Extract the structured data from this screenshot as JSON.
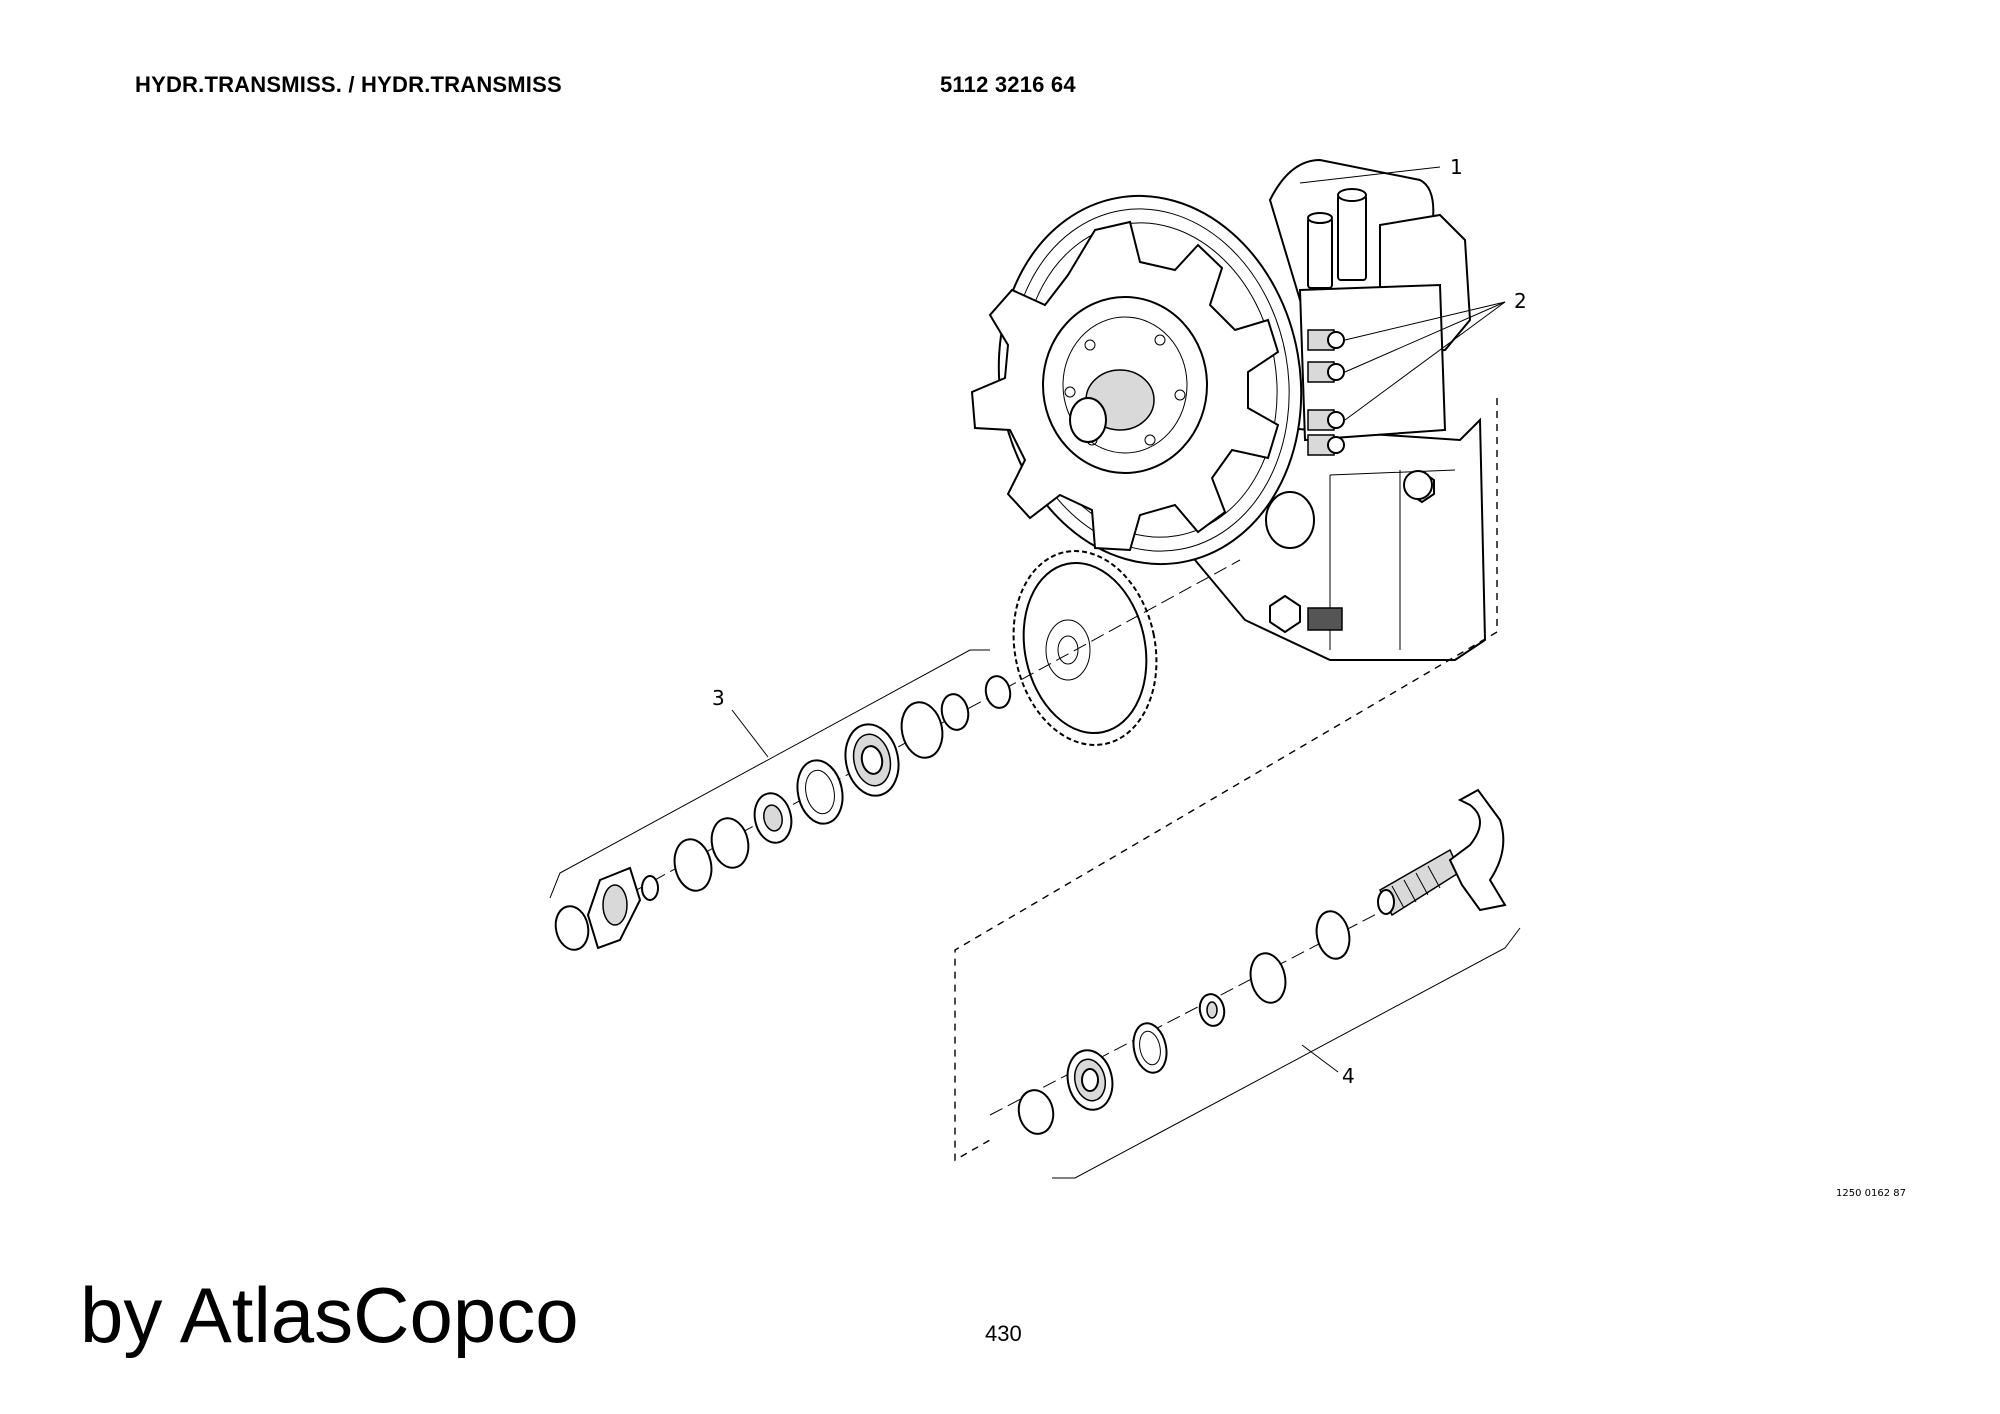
{
  "header": {
    "title": "HYDR.TRANSMISS. / HYDR.TRANSMISS",
    "part_number": "5112 3216 64"
  },
  "callouts": [
    "1",
    "2",
    "3",
    "4"
  ],
  "drawing_ref": "1250 0162 87",
  "footer": {
    "brand": "by AtlasCopco",
    "page_number": "430"
  }
}
